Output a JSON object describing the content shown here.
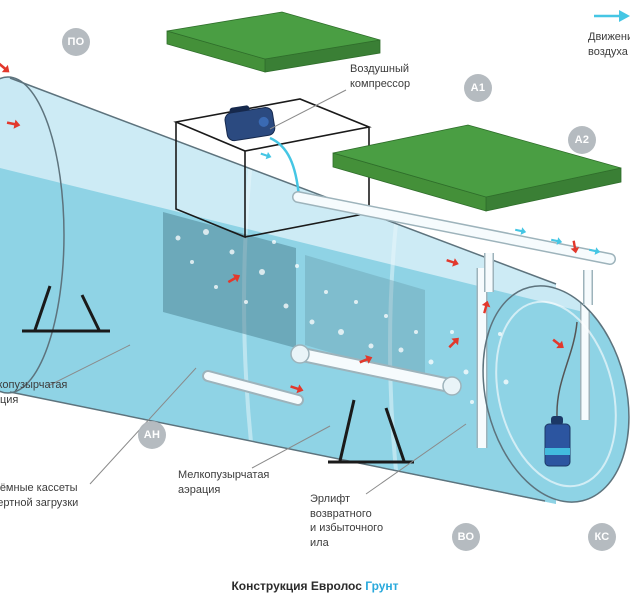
{
  "caption": {
    "prefix": "Конструкция Евролос",
    "accent": "Грунт"
  },
  "legend": {
    "air_flow": "Движение\nвоздуха"
  },
  "labels": {
    "compressor": "Воздушный\nкомпрессор",
    "fine_bubble_aeration_left": "Мелкопузырчатая\nаэрация",
    "removable_cassettes": "Съёмные кассеты\nинертной загрузки",
    "fine_bubble_aeration": "Мелкопузырчатая\nаэрация",
    "airlift": "Эрлифт\nвозвратного\nи избыточного\nила"
  },
  "badges": [
    {
      "id": "po",
      "label": "ПО"
    },
    {
      "id": "a1",
      "label": "А1"
    },
    {
      "id": "a2",
      "label": "А2"
    },
    {
      "id": "an",
      "label": "АН"
    },
    {
      "id": "vo",
      "label": "ВО"
    },
    {
      "id": "ks",
      "label": "КС"
    }
  ],
  "colors": {
    "accent_cyan": "#29a9dc",
    "flow_cyan": "#45c6e4",
    "arrow_red": "#e2382c",
    "lid_green": "#4a9e43",
    "badge_gray": "#b2b8bd",
    "tank_fill": "#c9e9f4",
    "water_fill": "#84cfe2"
  }
}
